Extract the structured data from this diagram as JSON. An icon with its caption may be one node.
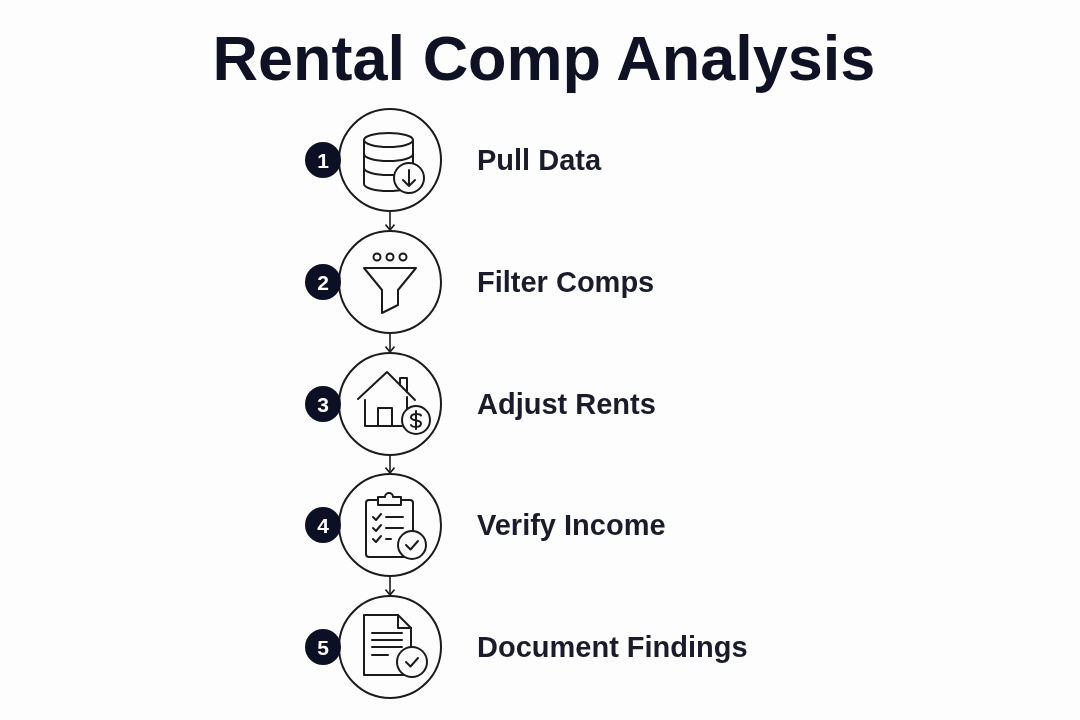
{
  "diagram": {
    "title": "Rental Comp Analysis",
    "nodes": [
      {
        "text": [
          "1"
        ]
      },
      {
        "text": [],
        "shape": "circle",
        "beside": [
          "Pull Data"
        ]
      },
      {
        "text": [
          "2"
        ]
      },
      {
        "text": [],
        "shape": "circle",
        "beside": [
          "Filter Comps"
        ]
      },
      {
        "text": [
          "3"
        ]
      },
      {
        "text": [],
        "shape": "circle",
        "beside": [
          "Adjust Rents"
        ]
      },
      {
        "text": [
          "4"
        ]
      },
      {
        "text": [],
        "shape": "circle",
        "beside": [
          "Verify Income"
        ]
      },
      {
        "text": [
          "5"
        ]
      },
      {
        "text": [],
        "shape": "circle",
        "beside": [
          "Document Findings"
        ]
      }
    ],
    "edges": [
      {
        "from": 1,
        "to": 3,
        "arrow": "to"
      },
      {
        "from": 3,
        "to": 5,
        "arrow": "to"
      },
      {
        "from": 5,
        "to": 7,
        "arrow": "to"
      },
      {
        "from": 7,
        "to": 9,
        "arrow": "to"
      }
    ]
  }
}
